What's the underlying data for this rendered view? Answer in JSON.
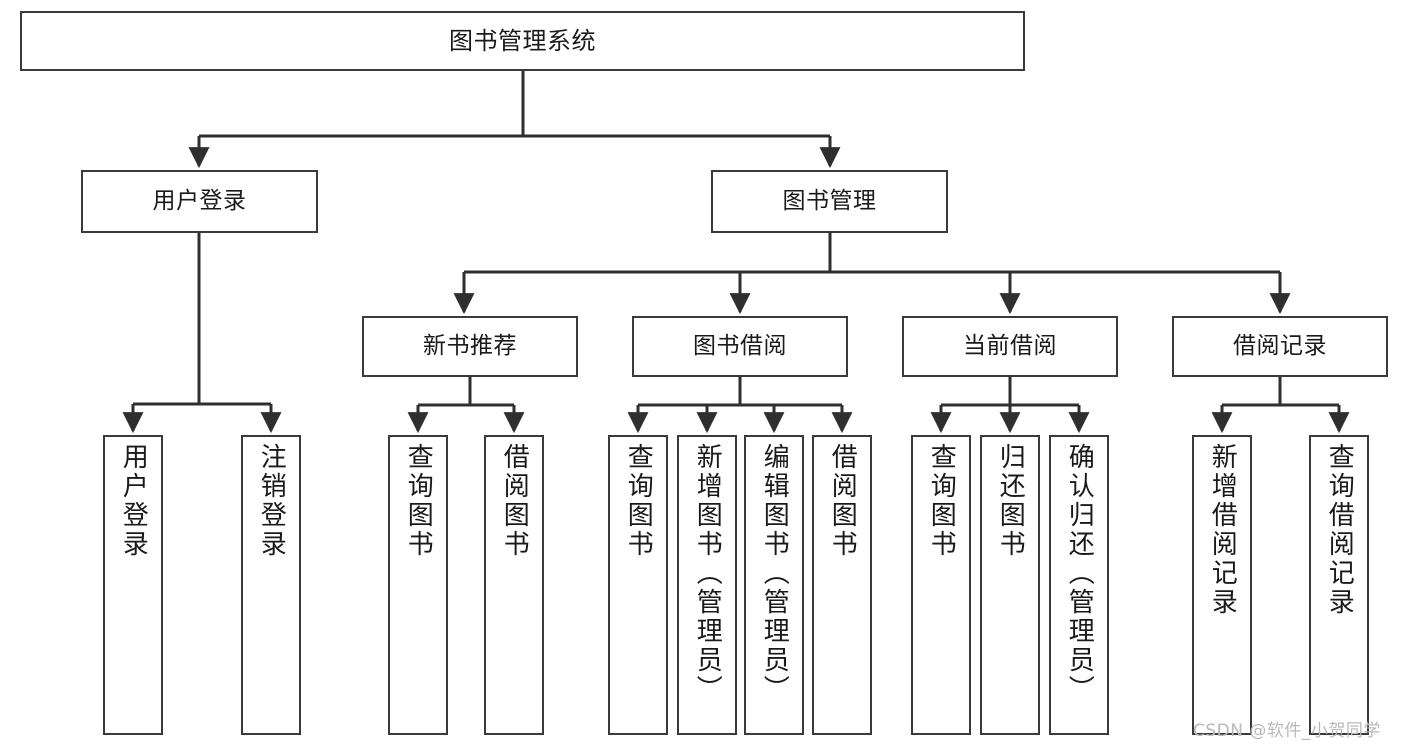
{
  "diagram": {
    "title": "图书管理系统",
    "watermark": "CSDN @软件_小贺同学",
    "colors": {
      "background": "#ffffff",
      "box_border": "#3a3a3a",
      "connector": "#2f2f2f",
      "text": "#1a1a1a",
      "watermark": "#b9b9b9"
    },
    "root": {
      "label": "图书管理系统"
    },
    "level2": [
      {
        "label": "用户登录"
      },
      {
        "label": "图书管理"
      }
    ],
    "level3": [
      {
        "label": "新书推荐"
      },
      {
        "label": "图书借阅"
      },
      {
        "label": "当前借阅"
      },
      {
        "label": "借阅记录"
      }
    ],
    "leaves": {
      "user_login": [
        {
          "label": "用户登录"
        },
        {
          "label": "注销登录"
        }
      ],
      "new_book": [
        {
          "label": "查询图书"
        },
        {
          "label": "借阅图书"
        }
      ],
      "borrow_book": [
        {
          "label": "查询图书"
        },
        {
          "label": "新增图书（管理员）"
        },
        {
          "label": "编辑图书（管理员）"
        },
        {
          "label": "借阅图书"
        }
      ],
      "current_borrow": [
        {
          "label": "查询图书"
        },
        {
          "label": "归还图书"
        },
        {
          "label": "确认归还（管理员）"
        }
      ],
      "borrow_record": [
        {
          "label": "新增借阅记录"
        },
        {
          "label": "查询借阅记录"
        }
      ]
    }
  }
}
